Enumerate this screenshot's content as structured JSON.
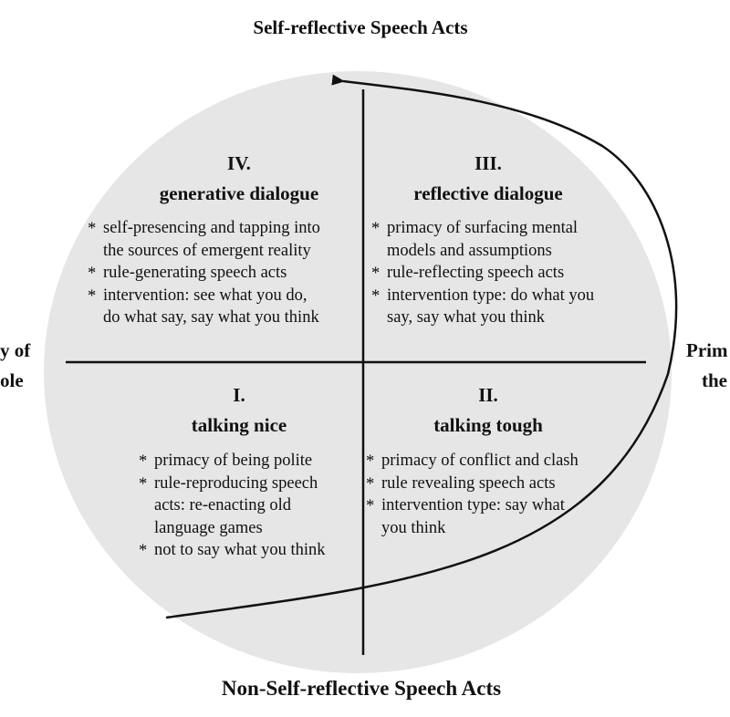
{
  "axes": {
    "top": "Self-reflective Speech Acts",
    "bottom": "Non-Self-reflective Speech Acts",
    "left_line1": "y of",
    "left_line2": "ole",
    "right_line1": "Prim",
    "right_line2": "the"
  },
  "quadrants": [
    {
      "number": "I.",
      "title": "talking nice",
      "bullets": [
        [
          "primacy of being polite"
        ],
        [
          "rule-reproducing speech",
          "acts: re-enacting old",
          "language games"
        ],
        [
          "not to say what you think"
        ]
      ]
    },
    {
      "number": "II.",
      "title": "talking tough",
      "bullets": [
        [
          "primacy of conflict and clash"
        ],
        [
          "rule revealing speech acts"
        ],
        [
          "intervention type: say what",
          "you think"
        ]
      ]
    },
    {
      "number": "III.",
      "title": "reflective dialogue",
      "bullets": [
        [
          "primacy of surfacing mental",
          "models and assumptions"
        ],
        [
          "rule-reflecting speech acts"
        ],
        [
          "intervention type: do what you",
          "say, say what you think"
        ]
      ]
    },
    {
      "number": "IV.",
      "title": "generative dialogue",
      "bullets": [
        [
          "self-presencing and tapping into",
          "the sources of emergent reality"
        ],
        [
          "rule-generating speech acts"
        ],
        [
          "intervention: see what you do,",
          "do what say, say what you think"
        ]
      ]
    }
  ],
  "colors": {
    "circle_fill": "#e6e6e6",
    "stroke": "#111111"
  }
}
